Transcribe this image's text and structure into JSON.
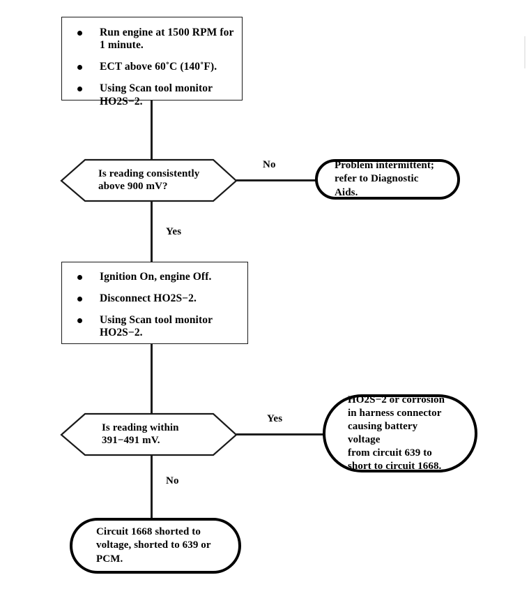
{
  "diagram": {
    "title": "HO2S-2 Circuit Diagnostic Flowchart",
    "nodes": {
      "step1": {
        "type": "process",
        "bullets": [
          "Run engine at 1500 RPM for\n1 minute.",
          "ECT above 60˚C (140˚F).",
          "Using Scan tool monitor\nHO2S−2."
        ]
      },
      "decision1": {
        "type": "decision",
        "text": "Is reading consistently\nabove 900 mV?"
      },
      "terminal1": {
        "type": "terminal",
        "text": "Problem intermittent;\nrefer to Diagnostic Aids."
      },
      "step2": {
        "type": "process",
        "bullets": [
          "Ignition On, engine Off.",
          "Disconnect HO2S−2.",
          "Using Scan tool monitor\nHO2S−2."
        ]
      },
      "decision2": {
        "type": "decision",
        "text": "Is reading within\n391−491 mV."
      },
      "terminal2": {
        "type": "terminal",
        "text": "HO2S−2 or corrosion\nin harness connector\ncausing battery voltage\nfrom circuit 639 to\nshort to circuit 1668."
      },
      "terminal3": {
        "type": "terminal",
        "text": "Circuit 1668 shorted to\nvoltage, shorted to 639 or\nPCM."
      }
    },
    "edges": {
      "decision1_no": "No",
      "decision1_yes": "Yes",
      "decision2_yes": "Yes",
      "decision2_no": "No"
    },
    "colors": {
      "stroke": "#000000",
      "line": "#1c1c1c",
      "background": "#ffffff"
    }
  }
}
